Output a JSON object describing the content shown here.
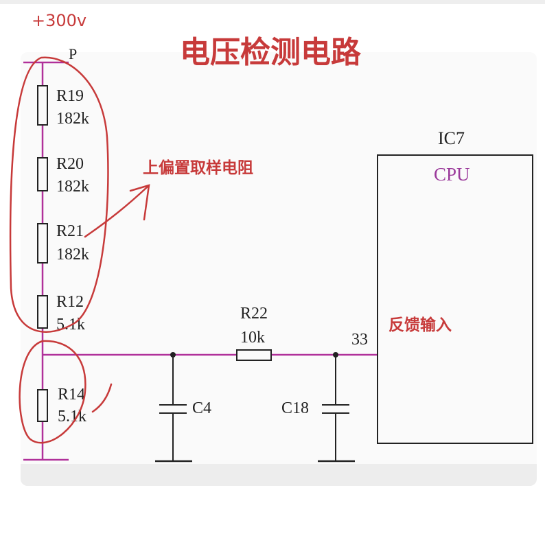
{
  "handwritten": {
    "voltage": "+300v",
    "title": "电压检测电路",
    "upper_bias": "上偏置取样电阻",
    "feedback": "反馈输入"
  },
  "schematic": {
    "node_p": "P",
    "chip_ref": "IC7",
    "chip_name": "CPU",
    "pin_number": "33",
    "resistors": [
      {
        "ref": "R19",
        "value": "182k"
      },
      {
        "ref": "R20",
        "value": "182k"
      },
      {
        "ref": "R21",
        "value": "182k"
      },
      {
        "ref": "R12",
        "value": "5.1k"
      },
      {
        "ref": "R14",
        "value": "5.1k"
      },
      {
        "ref": "R22",
        "value": "10k"
      }
    ],
    "capacitors": [
      {
        "ref": "C4"
      },
      {
        "ref": "C18"
      }
    ]
  },
  "colors": {
    "wire": "#b0309a",
    "ink": "#222222",
    "annotation": "#c73a3a",
    "chip_label": "#9b3a9b"
  }
}
